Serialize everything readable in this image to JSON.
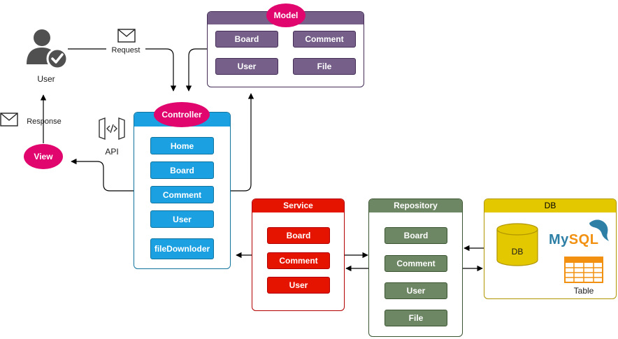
{
  "user": {
    "label": "User"
  },
  "request": {
    "label": "Request"
  },
  "response": {
    "label": "Response"
  },
  "view": {
    "label": "View"
  },
  "api": {
    "label": "API"
  },
  "model": {
    "title": "Model",
    "items": [
      "Board",
      "Comment",
      "User",
      "File"
    ],
    "color": "#7b5f8f"
  },
  "controller": {
    "title": "Controller",
    "items": [
      "Home",
      "Board",
      "Comment",
      "User",
      "fileDownloder"
    ],
    "color": "#1ba1e2"
  },
  "service": {
    "title": "Service",
    "items": [
      "Board",
      "Comment",
      "User"
    ],
    "color": "#e51400"
  },
  "repository": {
    "title": "Repository",
    "items": [
      "Board",
      "Comment",
      "User",
      "File"
    ],
    "color": "#6d8764"
  },
  "db": {
    "title": "DB",
    "cylinder_label": "DB",
    "logo_text": "MySQL",
    "table_label": "Table",
    "color": "#e3c800"
  },
  "accent_color": "#e0066e"
}
